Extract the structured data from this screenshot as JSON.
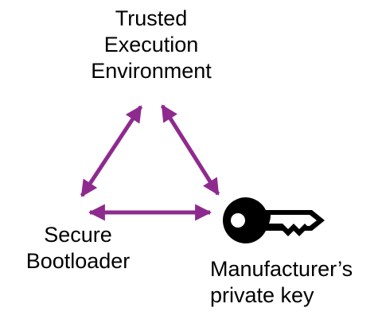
{
  "nodes": {
    "tee": {
      "lines": [
        "Trusted",
        "Execution",
        "Environment"
      ]
    },
    "bootloader": {
      "lines": [
        "Secure",
        "Bootloader"
      ]
    },
    "manufacturer_key": {
      "lines": [
        "Manufacturer’s",
        "private key"
      ]
    }
  },
  "edges": [
    {
      "from": "tee",
      "to": "bootloader",
      "style": "double-arrow"
    },
    {
      "from": "tee",
      "to": "manufacturer_key",
      "style": "double-arrow"
    },
    {
      "from": "bootloader",
      "to": "manufacturer_key",
      "style": "double-arrow"
    }
  ],
  "colors": {
    "arrow": "#8e2a8e",
    "text": "#000000",
    "icon": "#000000"
  },
  "icons": {
    "manufacturer_key": "key-icon"
  }
}
